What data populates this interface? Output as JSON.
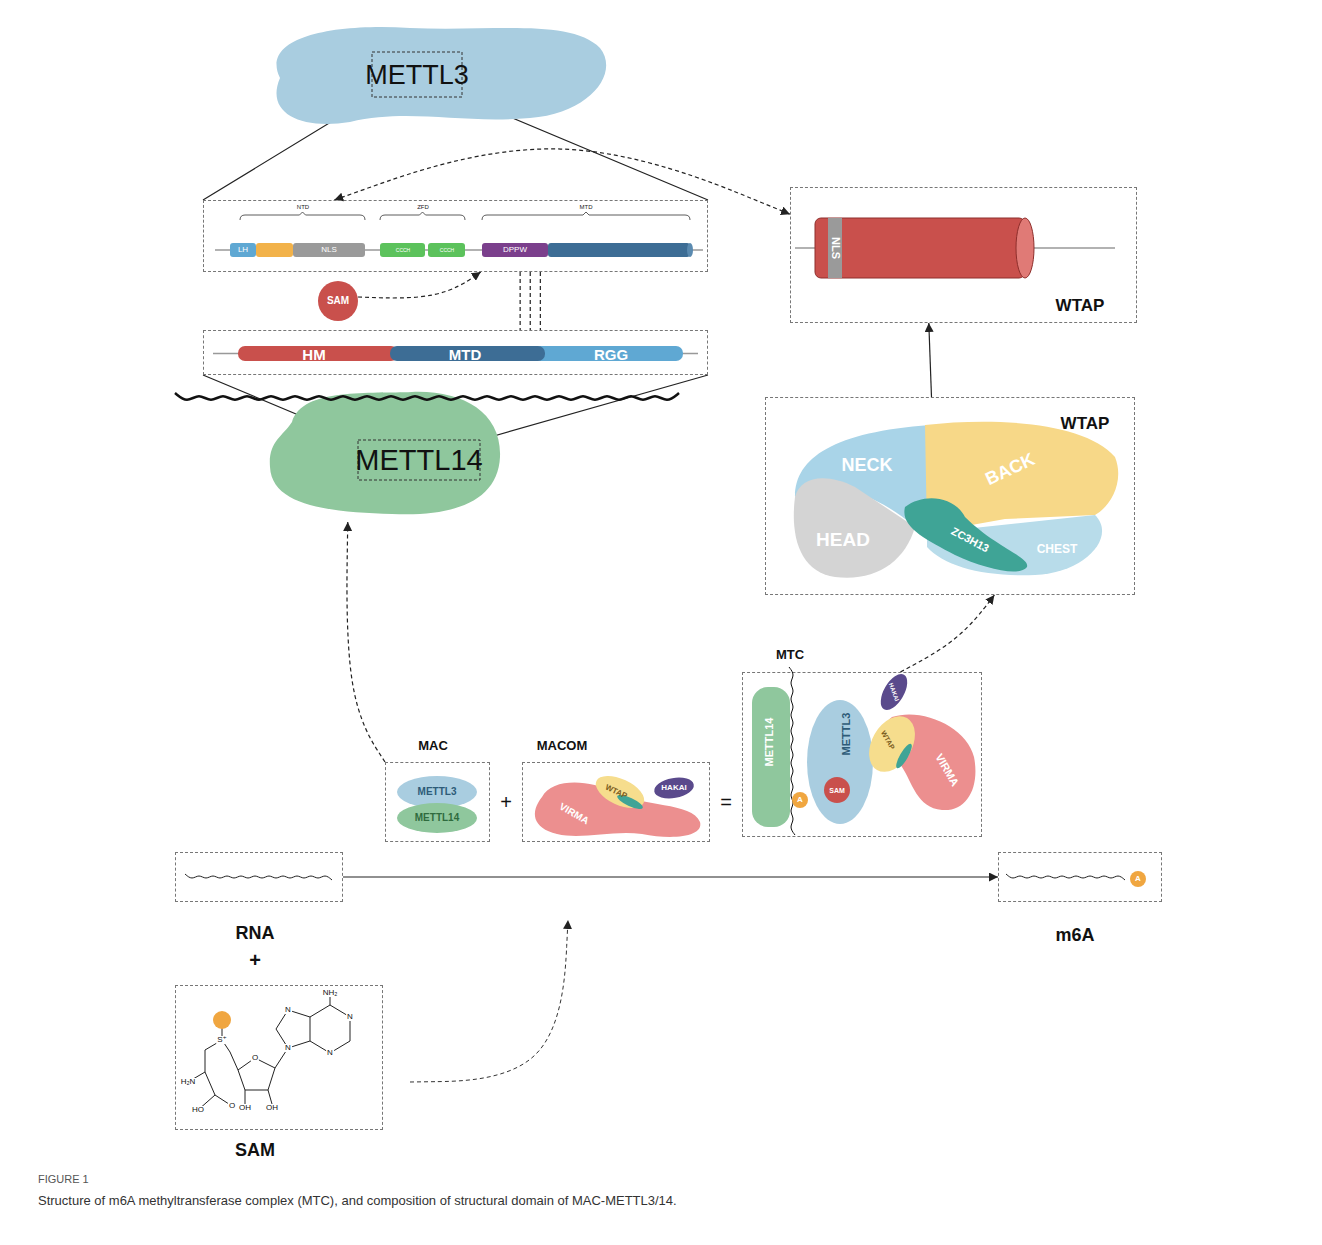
{
  "diagram": {
    "title": "FIGURE 1",
    "caption": "Structure of m6A methyltransferase complex (MTC), and composition of structural domain of MAC-METTL3/14.",
    "nodes": [
      {
        "text": [
          "METTL3"
        ]
      },
      {
        "text": [
          "NTD",
          "ZFD",
          "MTD",
          "LH",
          "NLS",
          "CCCH",
          "CCCH",
          "DPPW"
        ]
      },
      {
        "text": [
          "SAM"
        ]
      },
      {
        "text": [
          "HM",
          "MTD",
          "RGG"
        ]
      },
      {
        "text": [
          "METTL14"
        ]
      },
      {
        "text": [
          "NLS",
          "WTAP"
        ]
      },
      {
        "text": [
          "WTAP",
          "NECK",
          "BACK",
          "HEAD",
          "ZC3H13",
          "CHEST"
        ]
      },
      {
        "text": [
          "MAC",
          "METTL3",
          "METTL14"
        ]
      },
      {
        "text": [
          "MACOM",
          "VIRMA",
          "WTAP",
          "HAKAI"
        ]
      },
      {
        "text": [
          "MTC",
          "METTL14",
          "A",
          "SAM",
          "METTL3",
          "WTAP",
          "HAKAI",
          "VIRMA"
        ]
      },
      {
        "text": [
          "RNA"
        ]
      },
      {
        "text": [
          "SAM"
        ]
      },
      {
        "text": [
          "A",
          "m6A"
        ]
      }
    ],
    "edges": [
      {
        "from": 0,
        "to": 1,
        "arrow": "none"
      },
      {
        "from": 2,
        "to": 1,
        "arrow": "to"
      },
      {
        "from": 1,
        "to": 3,
        "arrow": "none"
      },
      {
        "from": 1,
        "to": 3,
        "arrow": "none"
      },
      {
        "from": 1,
        "to": 3,
        "arrow": "none"
      },
      {
        "from": 4,
        "to": 3,
        "arrow": "none"
      },
      {
        "from": 1,
        "to": 5,
        "arrow": "both"
      },
      {
        "from": 6,
        "to": 5,
        "arrow": "to"
      },
      {
        "from": 7,
        "to": 4,
        "arrow": "to"
      },
      {
        "from": 9,
        "to": 6,
        "arrow": "to"
      },
      {
        "from": 10,
        "to": 12,
        "arrow": "to"
      }
    ],
    "labels": [
      "+",
      "=",
      "+",
      "NH₂",
      "N",
      "N",
      "N",
      "N",
      "O",
      "OH",
      "OH",
      "S⁺",
      "H₂N",
      "HO",
      "O"
    ]
  }
}
